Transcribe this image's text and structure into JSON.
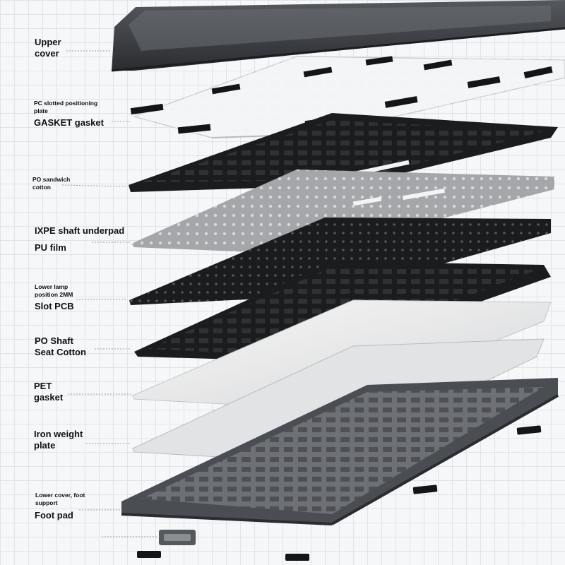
{
  "labels": {
    "upper_cover": "Upper\ncover",
    "pc_plate": "PC slotted positioning\nplate",
    "gasket": "GASKET gasket",
    "po_sandwich": "PO sandwich\ncotton",
    "ixpe": "IXPE shaft underpad",
    "pu_film": "PU film",
    "lower_lamp": "Lower lamp\nposition 2MM",
    "slot_pcb": "Slot PCB",
    "po_shaft": "PO Shaft\nSeat Cotton",
    "pet": "PET\ngasket",
    "iron": "Iron weight\nplate",
    "lower_cover": "Lower cover, foot\nsupport",
    "foot_pad": "Foot pad"
  },
  "colors": {
    "background": "#f6f7f9",
    "grid": "#e1e3e7",
    "cover": "#3a3c40",
    "black_layer": "#1b1c1e",
    "gray_layer": "#9a9ca0",
    "white_sheet": "#eceded"
  }
}
